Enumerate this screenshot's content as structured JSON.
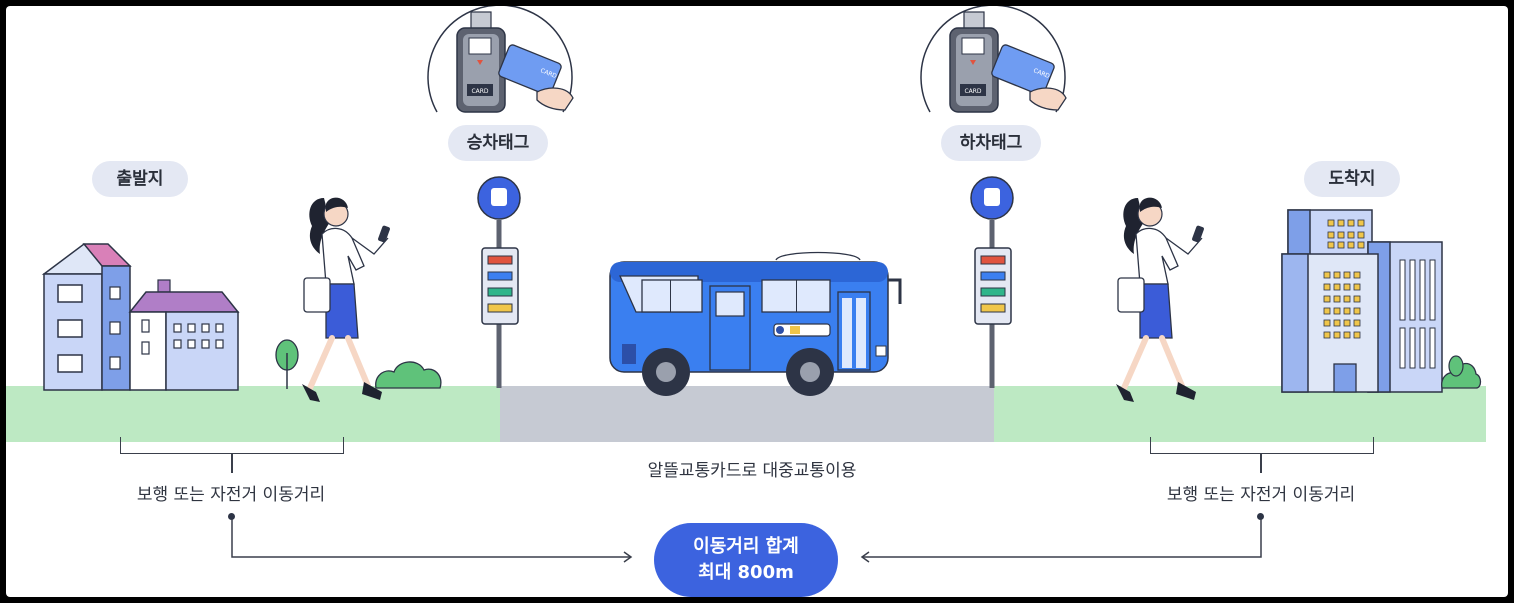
{
  "labels": {
    "departure": "출발지",
    "arrival": "도착지",
    "boarding_tag": "승차태그",
    "alighting_tag": "하차태그"
  },
  "captions": {
    "left_walk": "보행 또는 자전거 이동거리",
    "transit": "알뜰교통카드로 대중교통이용",
    "right_walk": "보행 또는 자전거 이동거리"
  },
  "total": {
    "line1": "이동거리 합계",
    "line2": "최대 800m"
  },
  "card_reader": {
    "screen_text": "CARD",
    "card_text": "CARD"
  },
  "colors": {
    "accent": "#3c63df",
    "bus": "#3a7ff0",
    "grass": "#bde9c3",
    "road": "#c6cad3"
  },
  "icons": [
    "house-icon",
    "office-building-icon",
    "walking-woman-icon",
    "bus-stop-sign-icon",
    "bus-icon",
    "card-reader-icon",
    "tree-icon",
    "bush-icon",
    "arrow-right-icon",
    "arrow-left-icon"
  ]
}
